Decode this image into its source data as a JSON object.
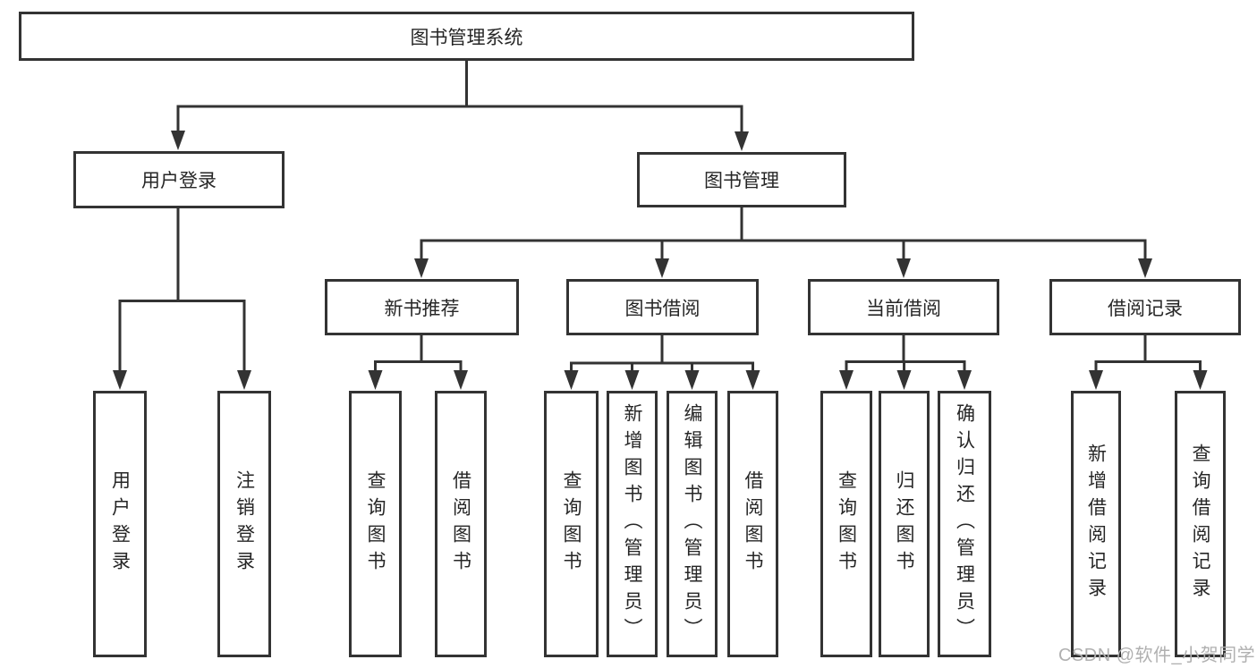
{
  "colors": {
    "line": "#333333",
    "box_border": "#333333",
    "text": "#262626",
    "background": "#ffffff",
    "watermark": "#b0b0b0"
  },
  "watermark": {
    "text": "CSDN @软件_小贺同学"
  },
  "tree": {
    "label": "图书管理系统",
    "children": [
      {
        "label": "用户登录",
        "children": [
          {
            "label": "用户登录"
          },
          {
            "label": "注销登录"
          }
        ]
      },
      {
        "label": "图书管理",
        "children": [
          {
            "label": "新书推荐",
            "children": [
              {
                "label": "查询图书"
              },
              {
                "label": "借阅图书"
              }
            ]
          },
          {
            "label": "图书借阅",
            "children": [
              {
                "label": "查询图书"
              },
              {
                "label": "新增图书（管理员）"
              },
              {
                "label": "编辑图书（管理员）"
              },
              {
                "label": "借阅图书"
              }
            ]
          },
          {
            "label": "当前借阅",
            "children": [
              {
                "label": "查询图书"
              },
              {
                "label": "归还图书"
              },
              {
                "label": "确认归还（管理员）"
              }
            ]
          },
          {
            "label": "借阅记录",
            "children": [
              {
                "label": "新增借阅记录"
              },
              {
                "label": "查询借阅记录"
              }
            ]
          }
        ]
      }
    ]
  }
}
